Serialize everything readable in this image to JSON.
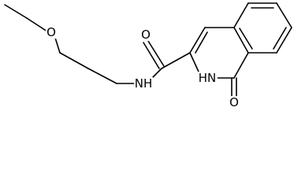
{
  "diagram": {
    "type": "chemical-structure",
    "atom_labels": {
      "ether_oxygen": "O",
      "amide_oxygen": "O",
      "amide_nitrogen": "NH",
      "ring_nitrogen": "HN",
      "lactam_oxygen": "O"
    },
    "colors": {
      "bond": "#000000",
      "label": "#000000",
      "background": "#ffffff"
    }
  }
}
